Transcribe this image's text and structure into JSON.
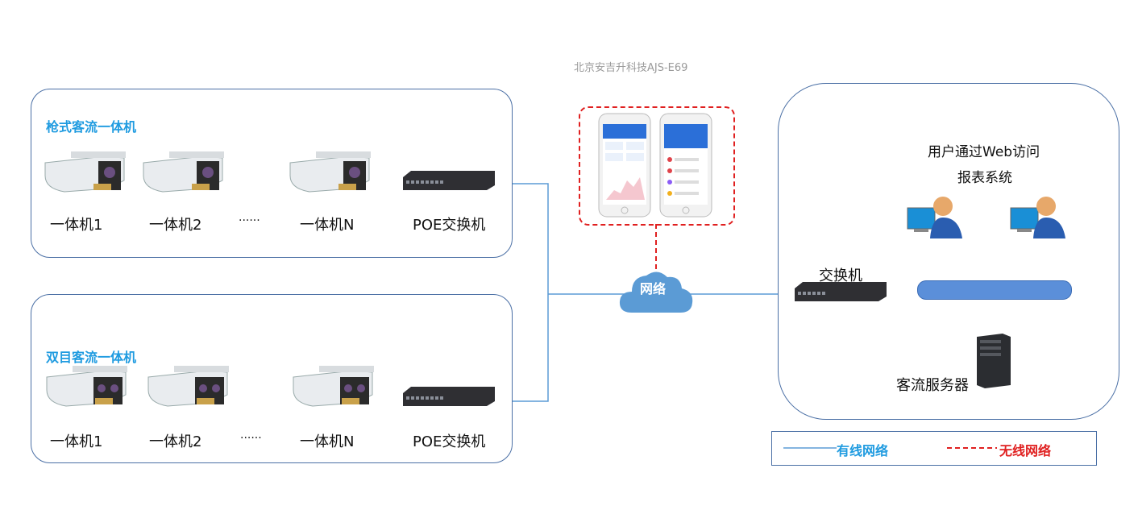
{
  "watermark": "北京安吉升科技AJS-E69",
  "groups": [
    {
      "title": "枪式客流一体机",
      "devices": [
        "一体机1",
        "一体机2",
        "......",
        "一体机N",
        "POE交换机"
      ]
    },
    {
      "title": "双目客流一体机",
      "devices": [
        "一体机1",
        "一体机2",
        "......",
        "一体机N",
        "POE交换机"
      ]
    }
  ],
  "network": {
    "label": "网络"
  },
  "right": {
    "web_line1": "用户通过Web访问",
    "web_line2": "报表系统",
    "switch_label": "交换机",
    "server_label": "客流服务器"
  },
  "legend": {
    "wired": "有线网络",
    "wireless": "无线网络"
  },
  "colors": {
    "wired": "#5b9bd5",
    "wireless": "#e02020",
    "title": "#1f9be0",
    "border": "#4a6fa5"
  }
}
